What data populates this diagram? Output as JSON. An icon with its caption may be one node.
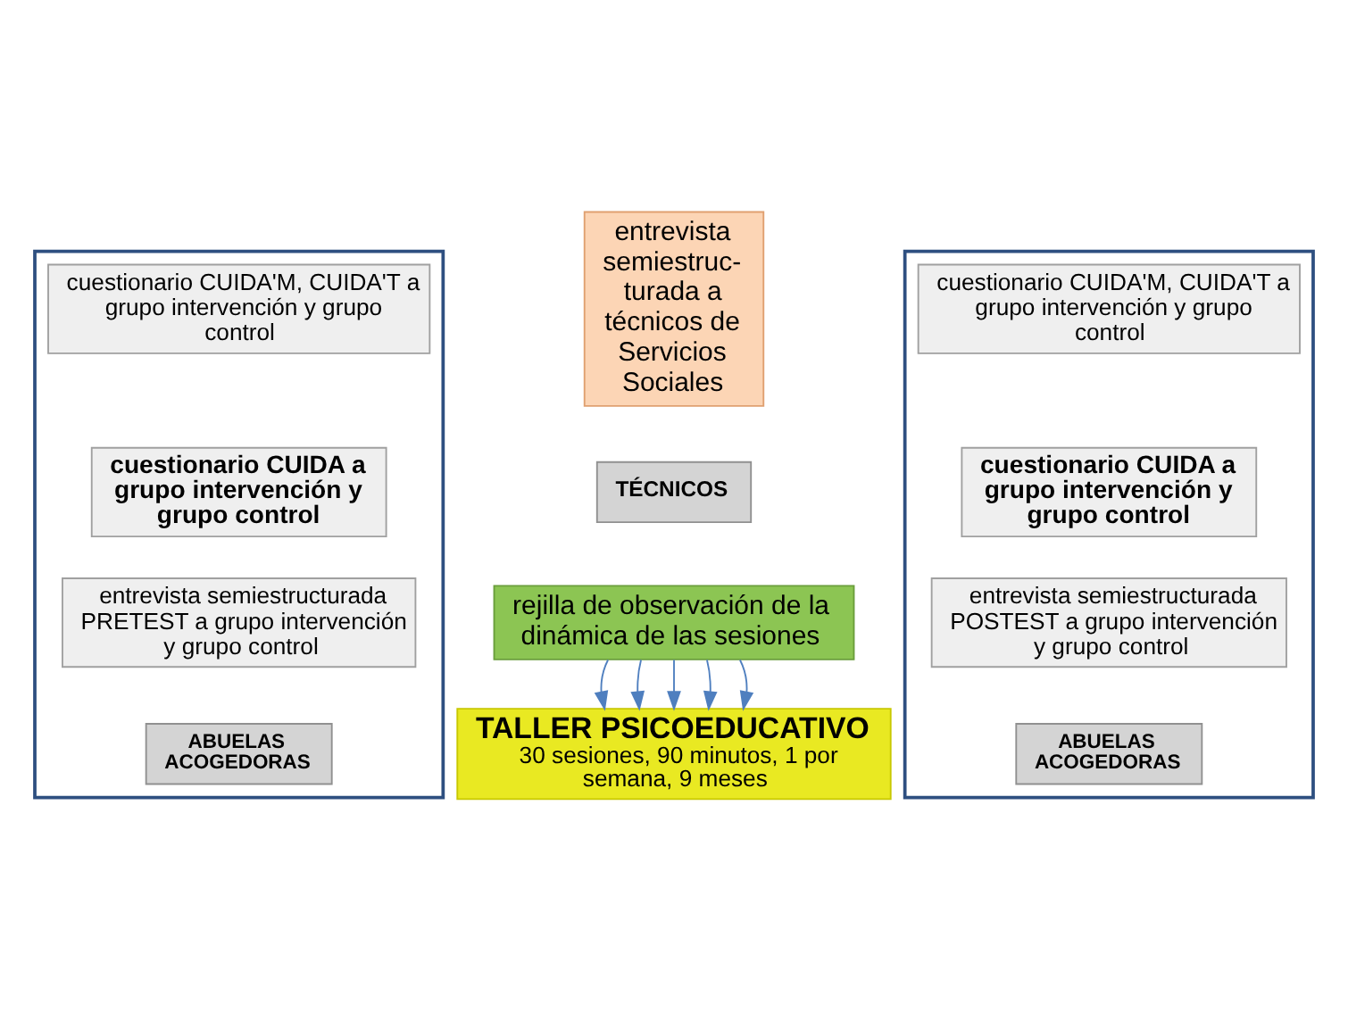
{
  "diagram": {
    "nodes": [
      {
        "text": [],
        "shape": "arrow"
      },
      {
        "text": [
          "cuestionario CUIDA'M, CUIDA'T a grupo intervención y grupo control"
        ],
        "in": 0
      },
      {
        "text": [
          "cuestionario CUIDA a grupo intervención y grupo control"
        ],
        "in": 0
      },
      {
        "text": [
          "entrevista semiestructurada PRETEST a grupo intervención y grupo control"
        ],
        "in": 0
      },
      {
        "text": [
          "ABUELAS ACOGEDORAS"
        ],
        "in": 0
      },
      {
        "text": [
          "entrevista semiestruc- turada a técnicos de Servicios Sociales"
        ]
      },
      {
        "text": [
          "TÉCNICOS"
        ]
      },
      {
        "text": [],
        "shape": "arrow"
      },
      {
        "text": [
          "cuestionario CUIDA'M, CUIDA'T a grupo intervención y grupo control"
        ],
        "in": 7
      },
      {
        "text": [
          "cuestionario CUIDA a grupo intervención y grupo control"
        ],
        "in": 7
      },
      {
        "text": [
          "entrevista semiestructurada POSTEST a grupo intervención y grupo control"
        ],
        "in": 7
      },
      {
        "text": [
          "ABUELAS ACOGEDORAS"
        ],
        "in": 7
      },
      {
        "text": [
          "rejilla de observación de la dinámica de las sesiones"
        ]
      },
      {
        "text": [
          "TALLER PSICOEDUCATIVO",
          "30 sesiones, 90 minutos, 1 por semana, 9 meses"
        ]
      }
    ],
    "edges": [
      {
        "from": 12,
        "to": 13,
        "arrow": "to"
      },
      {
        "from": 12,
        "to": 13,
        "arrow": "to"
      },
      {
        "from": 12,
        "to": 13,
        "arrow": "to"
      },
      {
        "from": 12,
        "to": 13,
        "arrow": "to"
      },
      {
        "from": 12,
        "to": 13,
        "arrow": "to"
      }
    ]
  }
}
